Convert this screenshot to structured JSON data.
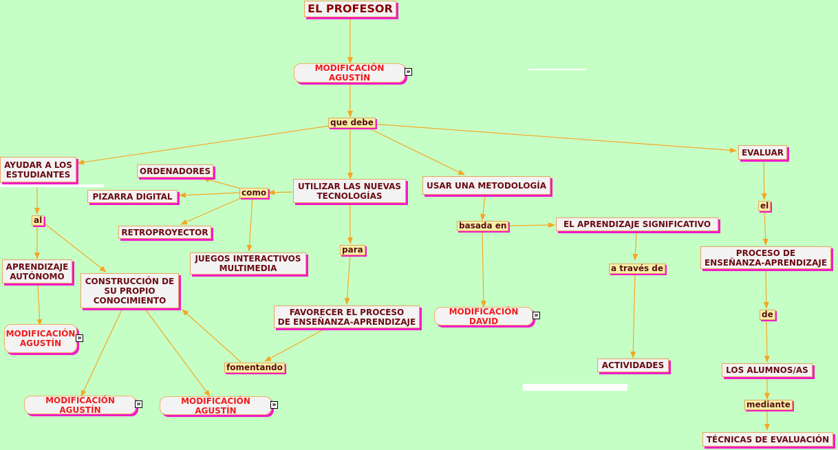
{
  "nodes": {
    "profesor": "EL PROFESOR",
    "mod_agustin_top": "MODIFICACIÓN AGUSTÍN",
    "ayudar": "AYUDAR A LOS\nESTUDIANTES",
    "ordenadores": "ORDENADORES",
    "pizarra": "PIZARRA DIGITAL",
    "retroproyector": "RETROPROYECTOR",
    "juegos": "JUEGOS INTERACTIVOS\nMULTIMEDIA",
    "utilizar": "UTILIZAR LAS NUEVAS\nTECNOLOGÍAS",
    "usar_metodologia": "USAR UNA METODOLOGÍA",
    "evaluar": "EVALUAR",
    "aprendizaje_significativo": "EL APRENDIZAJE SIGNIFICATIVO",
    "proceso_ea": "PROCESO DE\nENSEÑANZA-APRENDIZAJE",
    "aprendizaje_autonomo": "APRENDIZAJE\nAUTÓNOMO",
    "construccion": "CONSTRUCCIÓN DE\nSU PROPIO\nCONOCIMIENTO",
    "mod_agustin_left": "MODIFICACIÓN\nAGUSTÍN",
    "favorecer": "FAVORECER EL PROCESO\nDE ENSEÑANZA-APRENDIZAJE",
    "mod_david": "MODIFICACIÓN DAVID",
    "actividades": "ACTIVIDADES",
    "alumnos": "LOS ALUMNOS/AS",
    "mod_agustin_bl": "MODIFICACIÓN AGUSTÍN",
    "mod_agustin_bm": "MODIFICACIÓN AGUSTÍN",
    "tecnicas": "TÉCNICAS DE EVALUACIÓN"
  },
  "labels": {
    "que_debe": "que debe",
    "como": "como",
    "al": "al",
    "para": "para",
    "basada_en": "basada en",
    "el": "el",
    "a_traves_de": "a través de",
    "de": "de",
    "fomentando": "fomentando",
    "mediante": "mediante"
  },
  "colors": {
    "background": "#c6ffc6",
    "edge": "#f5a623",
    "shadow": "#f21bc8",
    "link_text": "#ee1c1c",
    "node_text": "#6b0a12"
  },
  "icons": {
    "link": "double-chevron-right-icon"
  }
}
